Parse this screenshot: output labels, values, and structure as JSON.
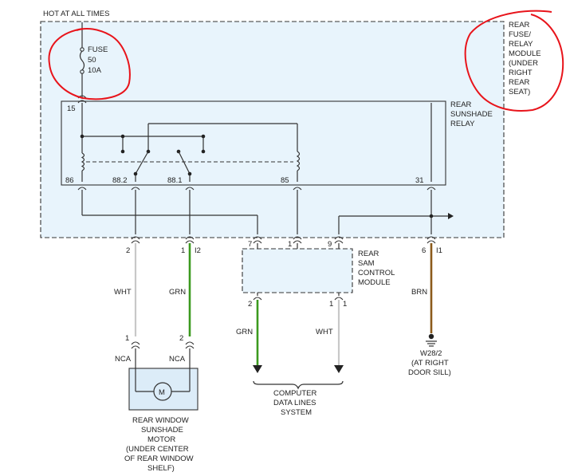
{
  "colors": {
    "module_fill": "#e8f4fc",
    "motor_fill": "#dcecf8",
    "wire_black": "#333333",
    "wire_white": "#c8c8c8",
    "wire_green": "#3c9a1e",
    "wire_brown": "#8b5a1b",
    "annotation_red": "#e8141b"
  },
  "header": {
    "text": "HOT AT ALL TIMES"
  },
  "fuse": {
    "label": "FUSE",
    "number": "50",
    "rating": "10A"
  },
  "fuse_relay_module": {
    "lines": [
      "REAR",
      "FUSE/",
      "RELAY",
      "MODULE",
      "(UNDER",
      "RIGHT",
      "REAR",
      "SEAT)"
    ]
  },
  "relay": {
    "lines": [
      "REAR",
      "SUNSHADE",
      "RELAY"
    ],
    "pin_top": "15",
    "pins": [
      "86",
      "88.2",
      "88.1",
      "85",
      "31"
    ]
  },
  "module_pins": [
    "2",
    "1",
    "I2",
    "7",
    "1",
    "9",
    "6",
    "I1"
  ],
  "sam_module": {
    "lines": [
      "REAR",
      "SAM",
      "CONTROL",
      "MODULE"
    ],
    "pins_bottom": [
      "2",
      "1",
      "1"
    ]
  },
  "wires": {
    "wht": "WHT",
    "grn": "GRN",
    "brn": "BRN"
  },
  "motor": {
    "pin_left": "1",
    "pin_right": "2",
    "nca_left": "NCA",
    "nca_right": "NCA",
    "symbol": "M",
    "lines": [
      "REAR WINDOW",
      "SUNSHADE",
      "MOTOR",
      "(UNDER CENTER",
      "OF REAR WINDOW",
      "SHELF)"
    ]
  },
  "ground": {
    "lines": [
      "W28/2",
      "(AT RIGHT",
      "DOOR SILL)"
    ]
  },
  "data_lines": {
    "lines": [
      "COMPUTER",
      "DATA LINES",
      "SYSTEM"
    ]
  },
  "icons": [
    "fuse-icon",
    "relay-coil-icon",
    "relay-switch-icon",
    "motor-icon",
    "ground-icon",
    "arrow-icon"
  ]
}
